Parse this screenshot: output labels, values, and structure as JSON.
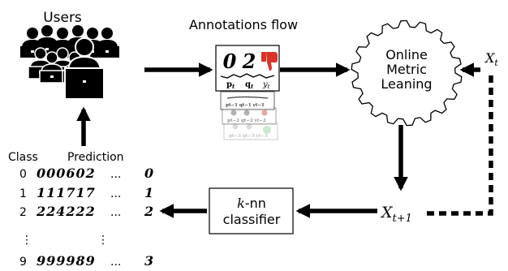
{
  "labels": {
    "users": "Users",
    "annotations_flow": "Annotations flow",
    "oml_line1": "Online",
    "oml_line2": "Metric",
    "oml_line3": "Leaning",
    "knn_k": "k",
    "knn_rest": "-nn",
    "knn_line2": "classifier",
    "class_header": "Class",
    "prediction_header": "Prediction",
    "x_t_base": "X",
    "x_t_sub": "t",
    "x_t1_base": "X",
    "x_t1_sub": "t+1"
  },
  "annotation_card": {
    "digits": [
      "0",
      "2"
    ],
    "labels": [
      "p",
      "q",
      "y"
    ],
    "label_sub": "t",
    "feedback": "thumbs-down-icon",
    "feedback_color": "#d9342b"
  },
  "stacked_cards": [
    {
      "sub": "t−1",
      "highlight_color": "#d9342b"
    },
    {
      "sub": "t−2",
      "highlight_color": "#d9342b"
    },
    {
      "sub": "t−3",
      "highlight_color": "#39a845"
    }
  ],
  "class_rows": [
    {
      "class": "0",
      "digits": "000602",
      "ellipsis": "...",
      "last": "0"
    },
    {
      "class": "1",
      "digits": "111717",
      "ellipsis": "...",
      "last": "1"
    },
    {
      "class": "2",
      "digits": "224222",
      "ellipsis": "...",
      "last": "2"
    },
    {
      "class": "9",
      "digits": "999989",
      "ellipsis": "...",
      "last": "3"
    }
  ],
  "vdots": "⋮"
}
